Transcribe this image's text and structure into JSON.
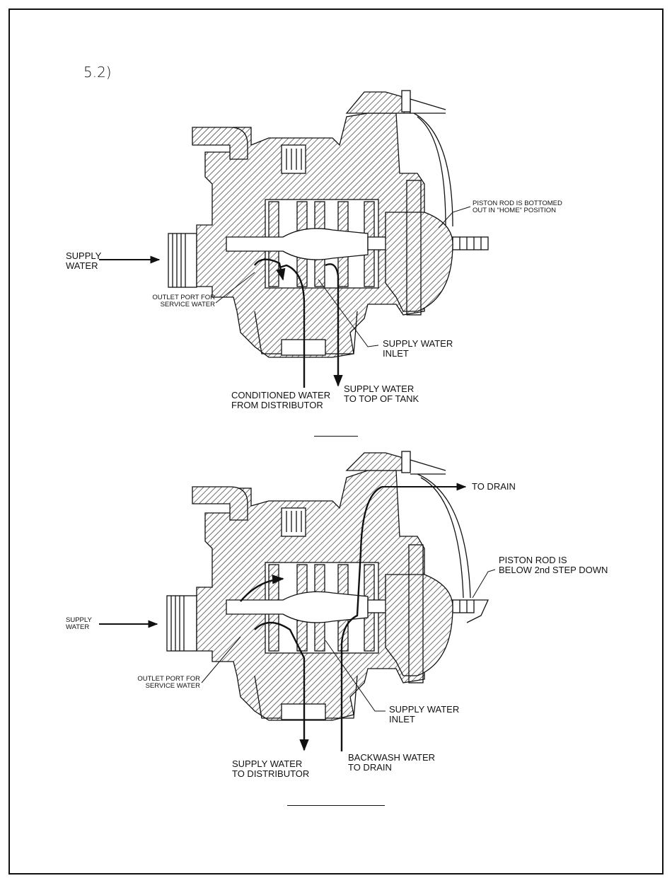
{
  "section": {
    "number": "5.2)"
  },
  "diagram1": {
    "labels": {
      "supply_water_l1": "SUPPLY",
      "supply_water_l2": "WATER",
      "outlet_l1": "OUTLET PORT FOR",
      "outlet_l2": "SERVICE WATER",
      "piston_l1": "PISTON ROD IS BOTTOMED",
      "piston_l2": "OUT IN \"HOME\" POSITION",
      "inlet_l1": "SUPPLY WATER",
      "inlet_l2": "INLET",
      "conditioned_l1": "CONDITIONED WATER",
      "conditioned_l2": "FROM DISTRIBUTOR",
      "top_tank_l1": "SUPPLY WATER",
      "top_tank_l2": "TO TOP OF TANK"
    }
  },
  "diagram2": {
    "labels": {
      "to_drain": "TO DRAIN",
      "piston_l1": "PISTON ROD IS",
      "piston_l2": "BELOW 2nd STEP DOWN",
      "supply_water_l1": "SUPPLY",
      "supply_water_l2": "WATER",
      "outlet_l1": "OUTLET PORT FOR",
      "outlet_l2": "SERVICE WATER",
      "inlet_l1": "SUPPLY WATER",
      "inlet_l2": "INLET",
      "distributor_l1": "SUPPLY WATER",
      "distributor_l2": "TO DISTRIBUTOR",
      "backwash_l1": "BACKWASH WATER",
      "backwash_l2": "TO DRAIN"
    }
  }
}
